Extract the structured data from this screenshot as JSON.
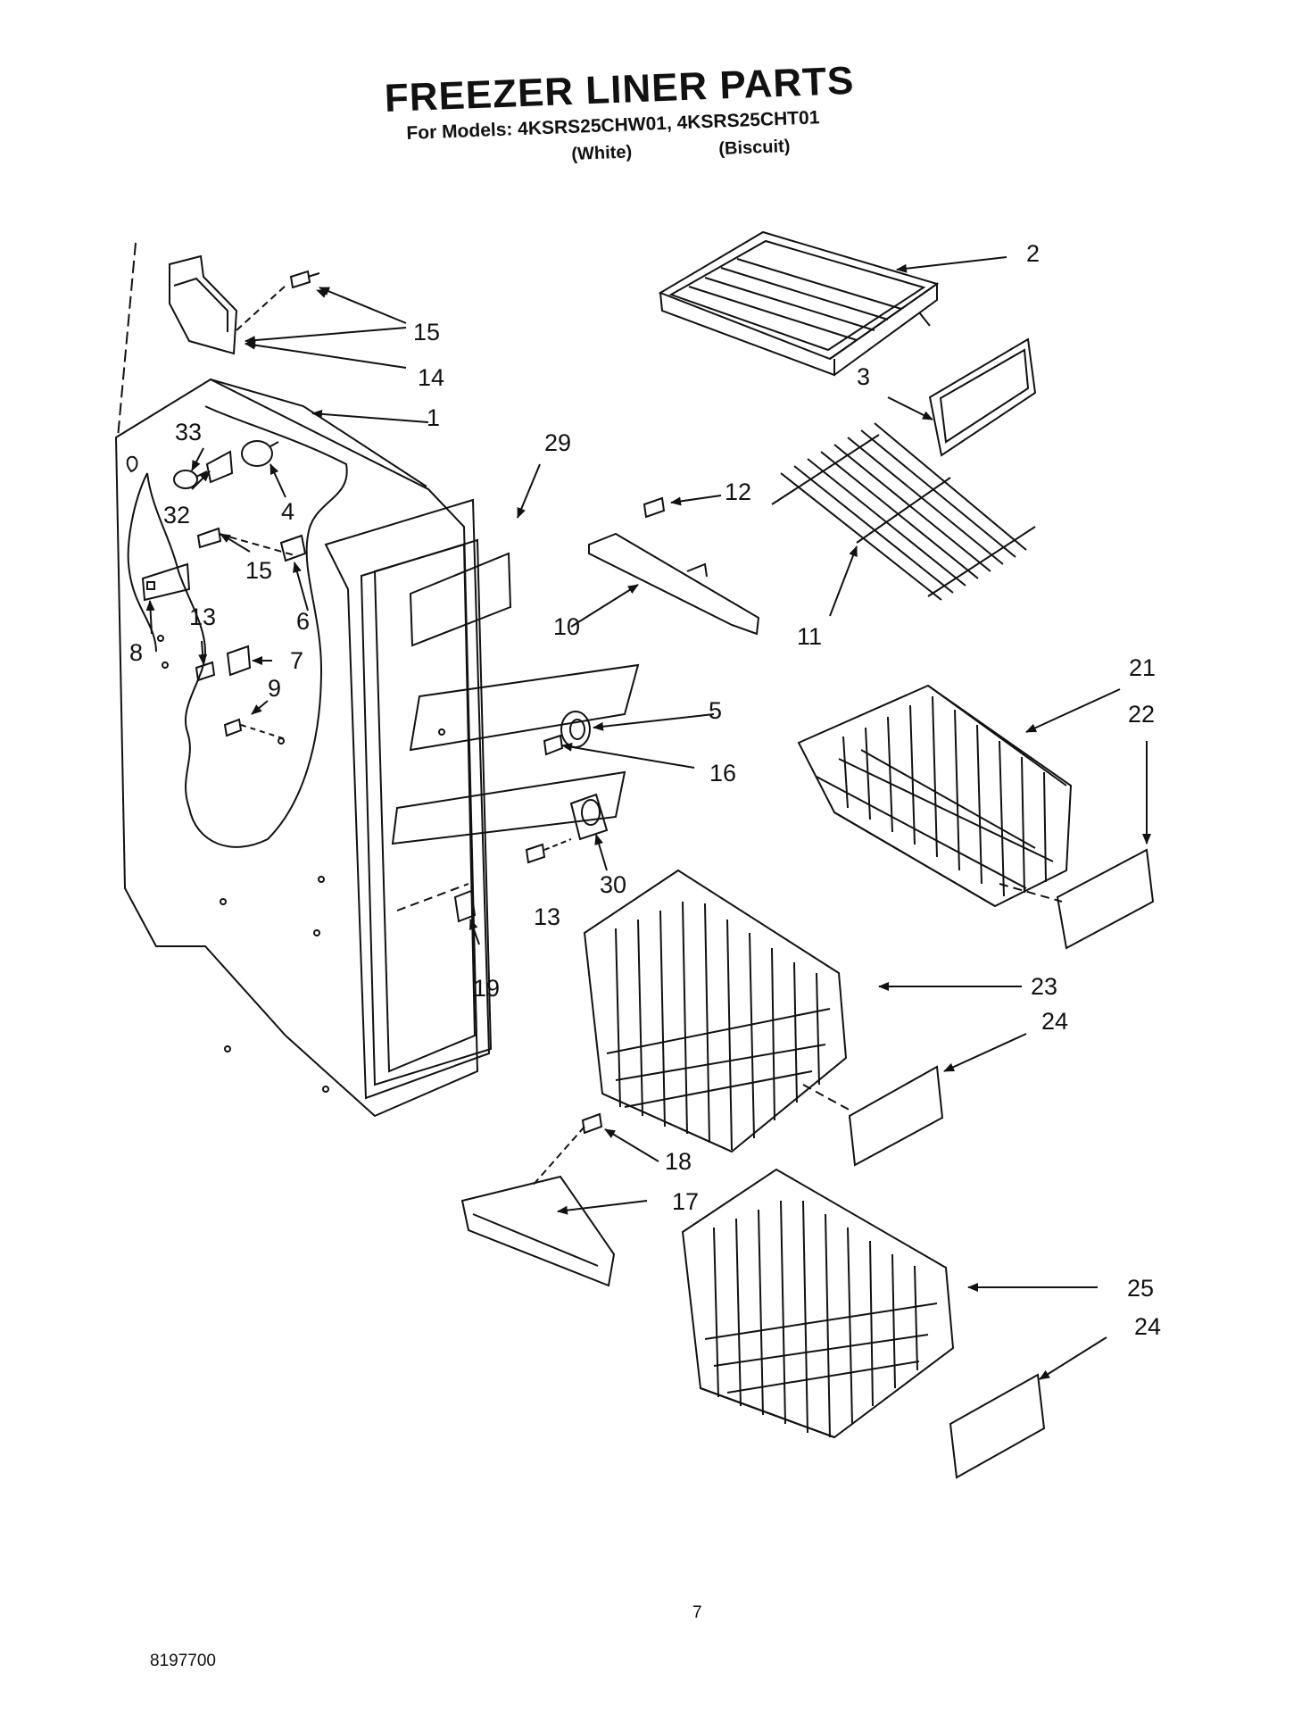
{
  "header": {
    "title": "FREEZER LINER PARTS",
    "models_line": "For Models: 4KSRS25CHW01, 4KSRS25CHT01",
    "color_white": "(White)",
    "color_biscuit": "(Biscuit)"
  },
  "callouts": {
    "c1": "1",
    "c2": "2",
    "c3": "3",
    "c4": "4",
    "c5": "5",
    "c6": "6",
    "c7": "7",
    "c8": "8",
    "c9": "9",
    "c10": "10",
    "c11": "11",
    "c12": "12",
    "c13a": "13",
    "c13b": "13",
    "c14": "14",
    "c15a": "15",
    "c15b": "15",
    "c16": "16",
    "c17": "17",
    "c18": "18",
    "c19": "19",
    "c21": "21",
    "c22": "22",
    "c23": "23",
    "c24a": "24",
    "c24b": "24",
    "c25": "25",
    "c29": "29",
    "c30": "30",
    "c32": "32",
    "c33": "33"
  },
  "footer": {
    "page_number": "7",
    "doc_number": "8197700"
  }
}
